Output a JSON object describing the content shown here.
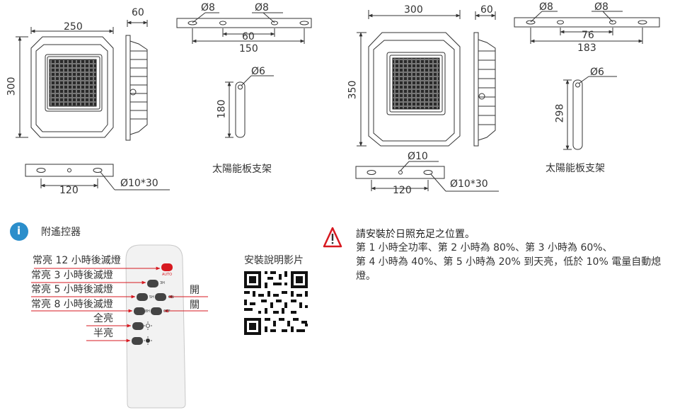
{
  "left_unit": {
    "width": "250",
    "height": "300",
    "depth": "60",
    "bracket_hole_dia_1": "Ø8",
    "bracket_hole_dia_2": "Ø8",
    "bracket_hole_spacing": "60",
    "bracket_length": "150",
    "panel_arm_hole": "Ø6",
    "panel_arm_length": "180",
    "panel_bracket_caption": "太陽能板支架",
    "mount_plate_spacing": "120",
    "mount_slot": "Ø10*30"
  },
  "right_unit": {
    "width": "300",
    "height": "350",
    "depth": "60",
    "bracket_hole_dia_1": "Ø8",
    "bracket_hole_dia_2": "Ø8",
    "bracket_hole_spacing": "76",
    "bracket_length": "183",
    "panel_arm_hole": "Ø6",
    "panel_arm_length": "298",
    "panel_bracket_caption": "太陽能板支架",
    "mount_plate_hole": "Ø10",
    "mount_plate_spacing": "120",
    "mount_slot": "Ø10*30"
  },
  "remote": {
    "title": "附遙控器",
    "info_icon": "i",
    "auto_button_label": "AUTO",
    "label_12h": "常亮 12 小時後滅燈",
    "label_3h": "常亮 3 小時後滅燈",
    "label_5h": "常亮 5 小時後滅燈",
    "label_8h": "常亮 8 小時後滅燈",
    "label_full": "全亮",
    "label_half": "半亮",
    "label_on": "開",
    "label_off": "關",
    "btn_3h": "3H",
    "btn_5h": "5H",
    "btn_on": "ON",
    "btn_8h": "8H",
    "btn_off": "OFF"
  },
  "qr": {
    "caption": "安裝說明影片"
  },
  "warning": {
    "title": "請安裝於日照充足之位置。",
    "line1": "第 1 小時全功率、第 2 小時為 80%、第 3 小時為 60%、",
    "line2": "第 4 小時為 40%、第 5 小時為 20% 到天亮，低於 10% 電量自動熄燈。"
  },
  "colors": {
    "line": "#333333",
    "red": "#d71920",
    "info_blue": "#2b8ecb",
    "remote_body": "#f2f2f2"
  }
}
